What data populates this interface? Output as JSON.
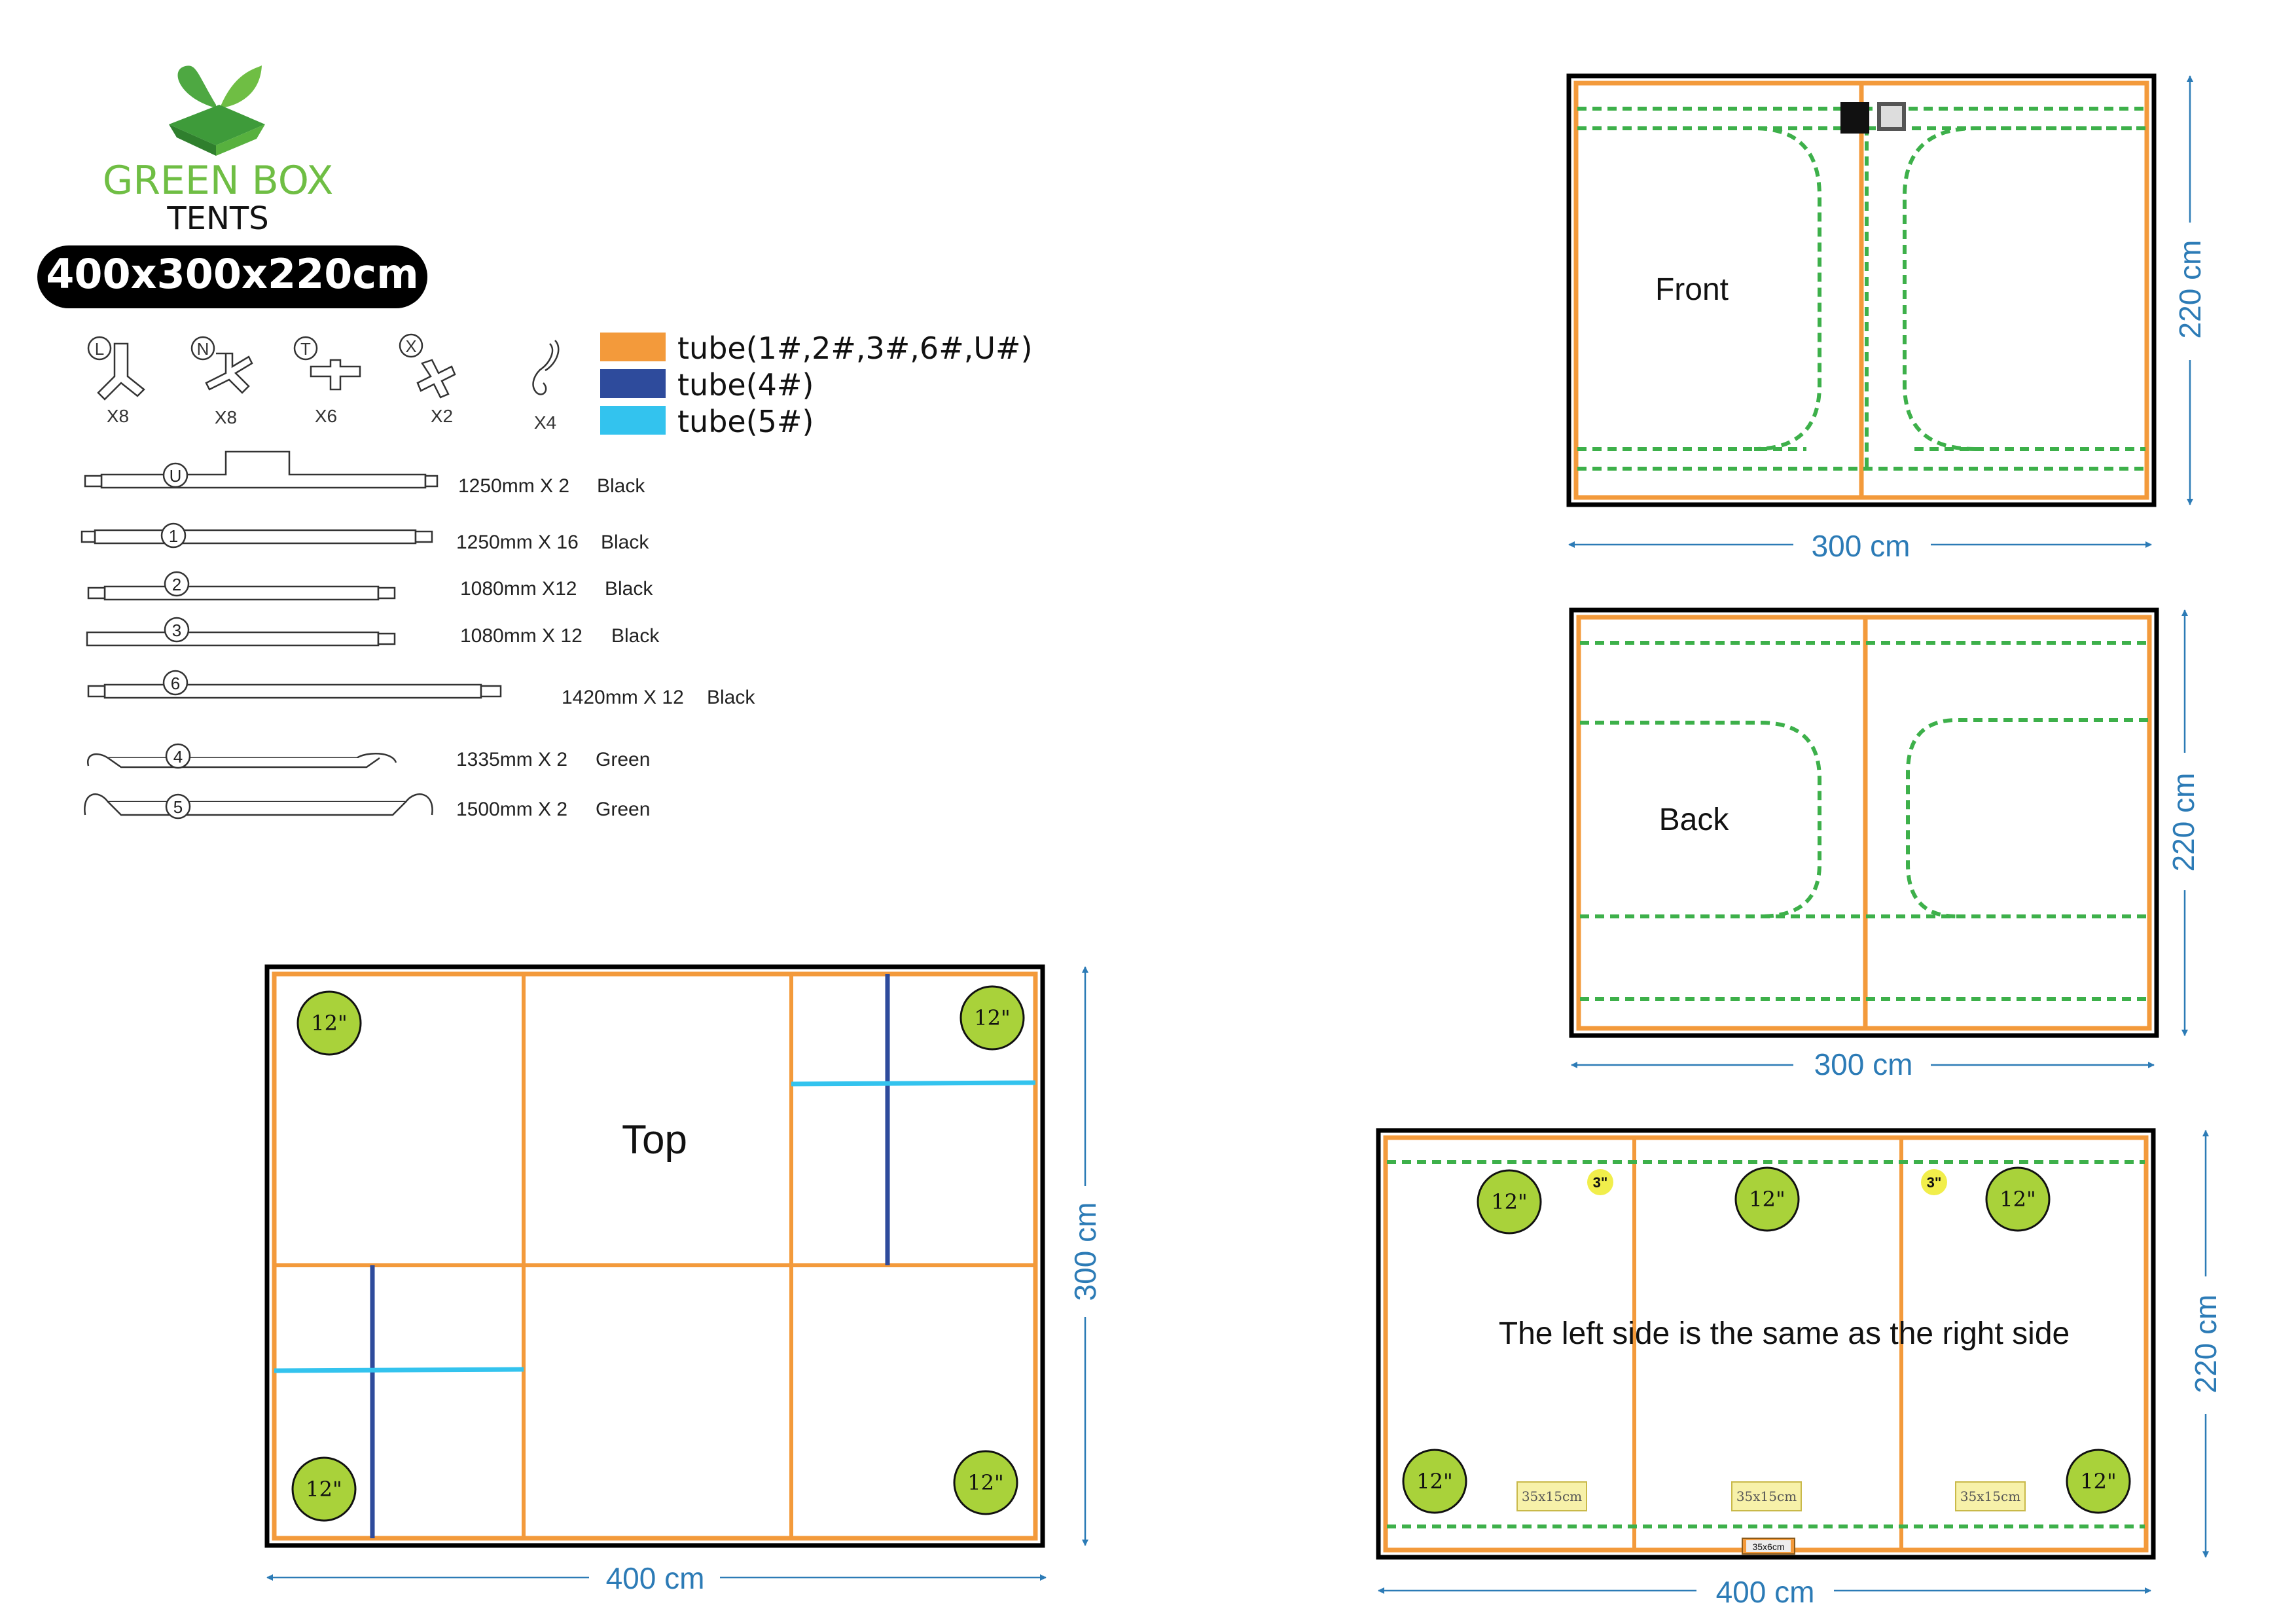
{
  "brand": {
    "name": "GREEN BOX",
    "sub": "TENTS",
    "size": "400x300x220cm"
  },
  "colors": {
    "orange": "#F39A3B",
    "dark_blue": "#2E4B9C",
    "light_blue": "#33C3EE",
    "green_dash": "#3DB04A",
    "dim_blue": "#2C7BB6",
    "vent_green": "#A9D23A",
    "vent_small": "#F1EE4B",
    "label_fill": "#F7F1A9"
  },
  "connectors": [
    {
      "letter": "L",
      "count": "X8"
    },
    {
      "letter": "N",
      "count": "X8"
    },
    {
      "letter": "T",
      "count": "X6"
    },
    {
      "letter": "X",
      "count": "X2"
    },
    {
      "letter": "",
      "count": "X4"
    }
  ],
  "legend": [
    {
      "color": "#F39A3B",
      "label": "tube(1#,2#,3#,6#,U#)"
    },
    {
      "color": "#2E4B9C",
      "label": "tube(4#)"
    },
    {
      "color": "#33C3EE",
      "label": "tube(5#)"
    }
  ],
  "tubes": [
    {
      "id": "U",
      "spec": "1250mm X 2",
      "color": "Black"
    },
    {
      "id": "1",
      "spec": "1250mm X 16",
      "color": "Black"
    },
    {
      "id": "2",
      "spec": "1080mm X12",
      "color": "Black"
    },
    {
      "id": "3",
      "spec": "1080mm X 12",
      "color": "Black"
    },
    {
      "id": "6",
      "spec": "1420mm X 12",
      "color": "Black"
    },
    {
      "id": "4",
      "spec": "1335mm X 2",
      "color": "Green"
    },
    {
      "id": "5",
      "spec": "1500mm X 2",
      "color": "Green"
    }
  ],
  "views": {
    "front": {
      "label": "Front",
      "width": "300 cm",
      "height": "220 cm"
    },
    "back": {
      "label": "Back",
      "width": "300 cm",
      "height": "220 cm"
    },
    "top": {
      "label": "Top",
      "width": "400 cm",
      "height": "300 cm",
      "vent": "12\""
    },
    "side": {
      "label": "The left side is the same as the right side",
      "width": "400 cm",
      "height": "220 cm",
      "vent": "12\"",
      "small_vent": "3\"",
      "pocket": "35x15cm",
      "bottom_pocket": "35x6cm"
    }
  }
}
